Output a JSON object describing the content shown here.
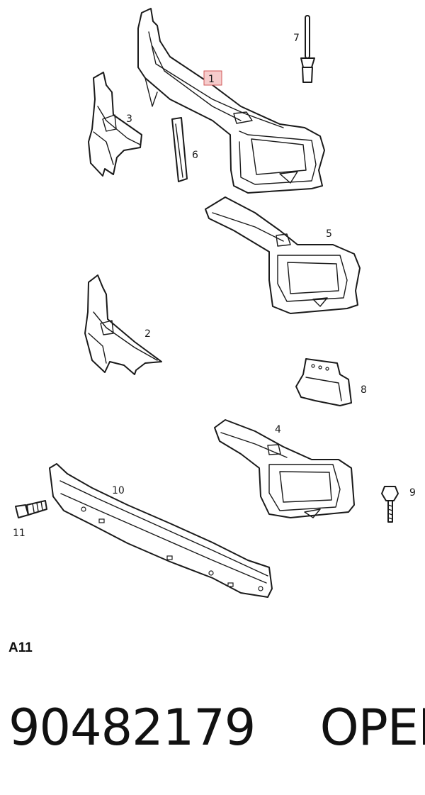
{
  "diagram": {
    "callouts": {
      "c1": "1",
      "c2": "2",
      "c3": "3",
      "c4": "4",
      "c5": "5",
      "c6": "6",
      "c7": "7",
      "c8": "8",
      "c9": "9",
      "c10": "10",
      "c11": "11"
    },
    "highlighted_callout": "1",
    "highlight_color": "#f6cccc"
  },
  "footer": {
    "section_code": "A11",
    "part_number": "90482179",
    "brand": "OPEL"
  }
}
